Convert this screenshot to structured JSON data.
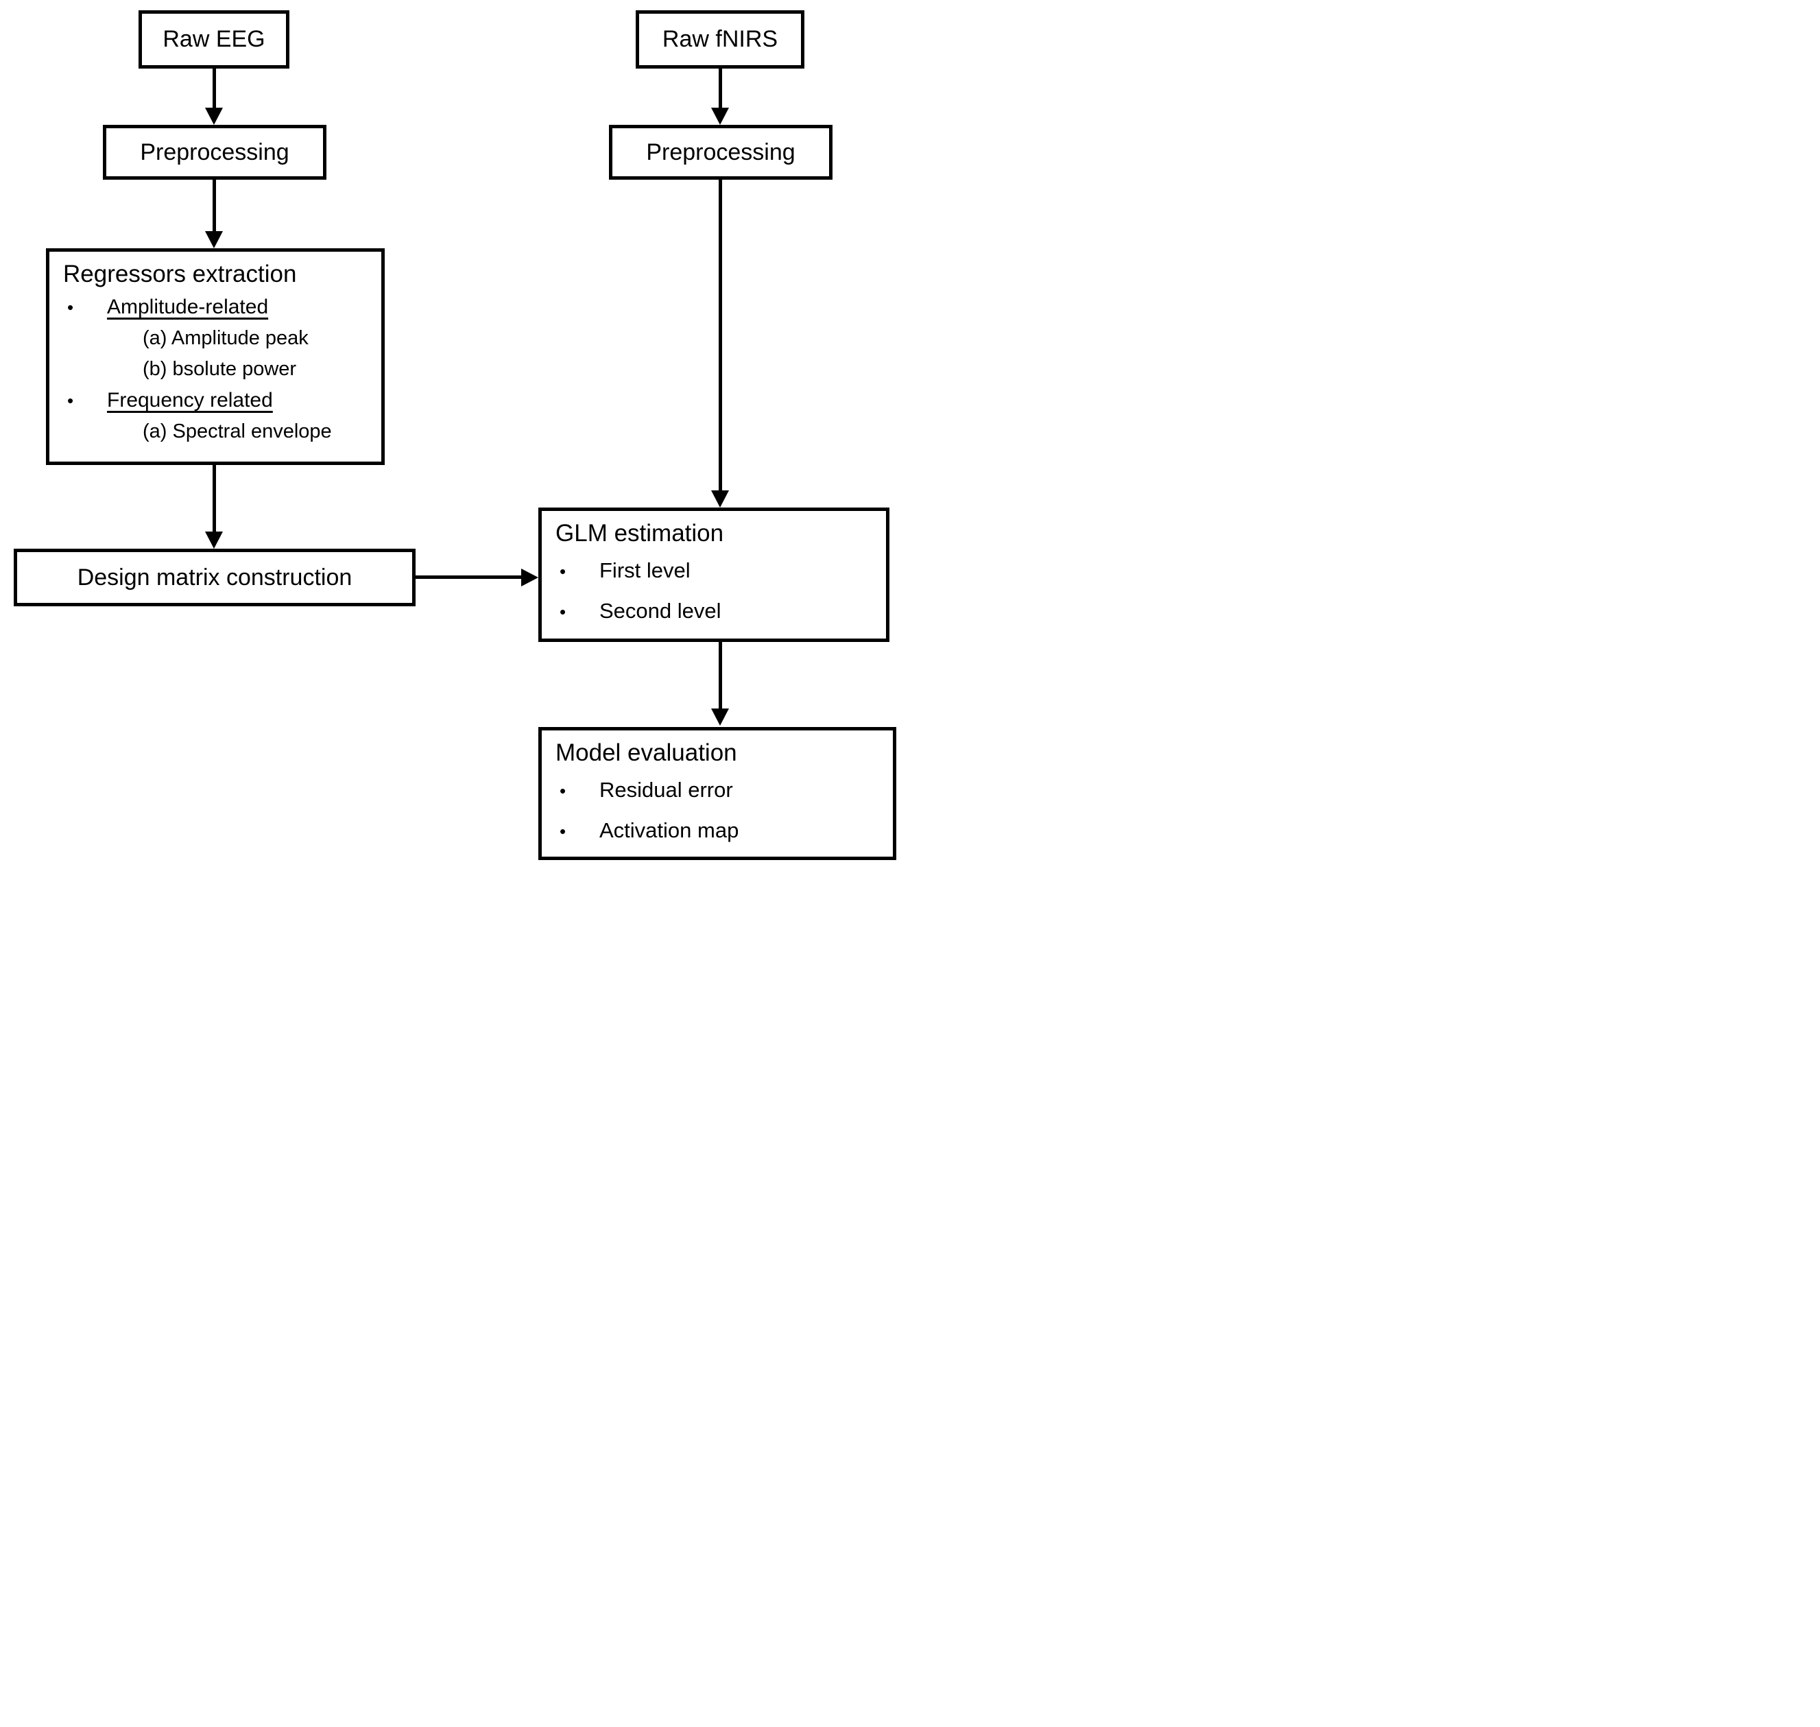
{
  "diagram": {
    "background_color": "#ffffff",
    "stroke_color": "#000000",
    "bullet_char": "•",
    "nodes": {
      "raw_eeg": {
        "label": "Raw EEG"
      },
      "preprocessing_eeg": {
        "label": "Preprocessing"
      },
      "regressors_extraction": {
        "title": "Regressors extraction",
        "bullets": [
          {
            "label": "Amplitude-related",
            "underlined": true,
            "subitems": [
              "(a) Amplitude peak",
              "(b) bsolute power"
            ]
          },
          {
            "label": "Frequency related",
            "underlined": true,
            "subitems": [
              "(a) Spectral envelope"
            ]
          }
        ]
      },
      "design_matrix": {
        "label": "Design matrix construction"
      },
      "raw_fnirs": {
        "label": "Raw fNIRS"
      },
      "preprocessing_fnirs": {
        "label": "Preprocessing"
      },
      "glm_estimation": {
        "title": "GLM estimation",
        "bullets": [
          "First level",
          "Second level"
        ]
      },
      "model_evaluation": {
        "title": "Model evaluation",
        "bullets": [
          "Residual error",
          "Activation map"
        ]
      }
    }
  }
}
